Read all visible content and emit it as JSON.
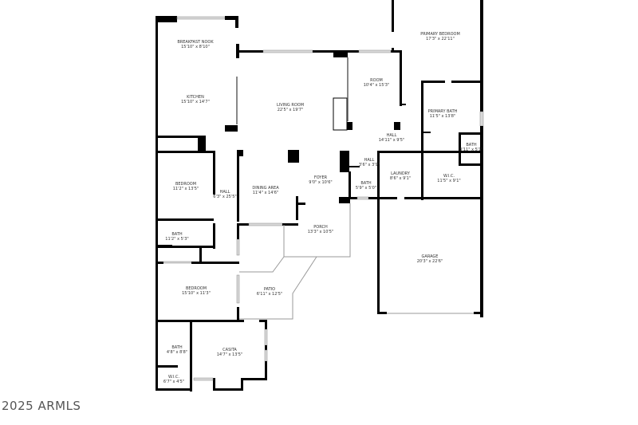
{
  "rooms": [
    {
      "name": "BREAKFAST NOOK",
      "dims": "15'10\" x 8'10\""
    },
    {
      "name": "KITCHEN",
      "dims": "15'10\" x 14'7\""
    },
    {
      "name": "LIVING ROOM",
      "dims": "22'5\" x 19'7\""
    },
    {
      "name": "ROOM",
      "dims": "10'4\" x 15'3\""
    },
    {
      "name": "PRIMARY BEDROOM",
      "dims": "17'3\" x 22'11\""
    },
    {
      "name": "PRIMARY BATH",
      "dims": "11'5\" x 13'8\""
    },
    {
      "name": "HALL",
      "dims": "14'11\" x 9'5\""
    },
    {
      "name": "BATH",
      "dims": "3'11\" x 5'1\""
    },
    {
      "name": "HALL",
      "dims": "3'6\" x 3'9\""
    },
    {
      "name": "LAUNDRY",
      "dims": "8'6\" x 9'1\""
    },
    {
      "name": "W.I.C.",
      "dims": "11'5\" x 9'1\""
    },
    {
      "name": "BATH",
      "dims": "5'9\" x 5'0\""
    },
    {
      "name": "FOYER",
      "dims": "9'0\" x 10'6\""
    },
    {
      "name": "DINING AREA",
      "dims": "11'4\" x 14'6\""
    },
    {
      "name": "HALL",
      "dims": "6'3\" x 25'5\""
    },
    {
      "name": "BEDROOM",
      "dims": "11'2\" x 13'5\""
    },
    {
      "name": "BATH",
      "dims": "11'2\" x 5'3\""
    },
    {
      "name": "PORCH",
      "dims": "13'3\" x 10'5\""
    },
    {
      "name": "GARAGE",
      "dims": "20'3\" x 22'6\""
    },
    {
      "name": "BEDROOM",
      "dims": "15'10\" x 11'3\""
    },
    {
      "name": "PATIO",
      "dims": "6'11\" x 12'5\""
    },
    {
      "name": "BATH",
      "dims": "4'8\" x 8'8\""
    },
    {
      "name": "CASITA",
      "dims": "14'7\" x 13'5\""
    },
    {
      "name": "W.I.C.",
      "dims": "6'7\" x 4'5\""
    }
  ],
  "watermark": "2025 ARMLS"
}
